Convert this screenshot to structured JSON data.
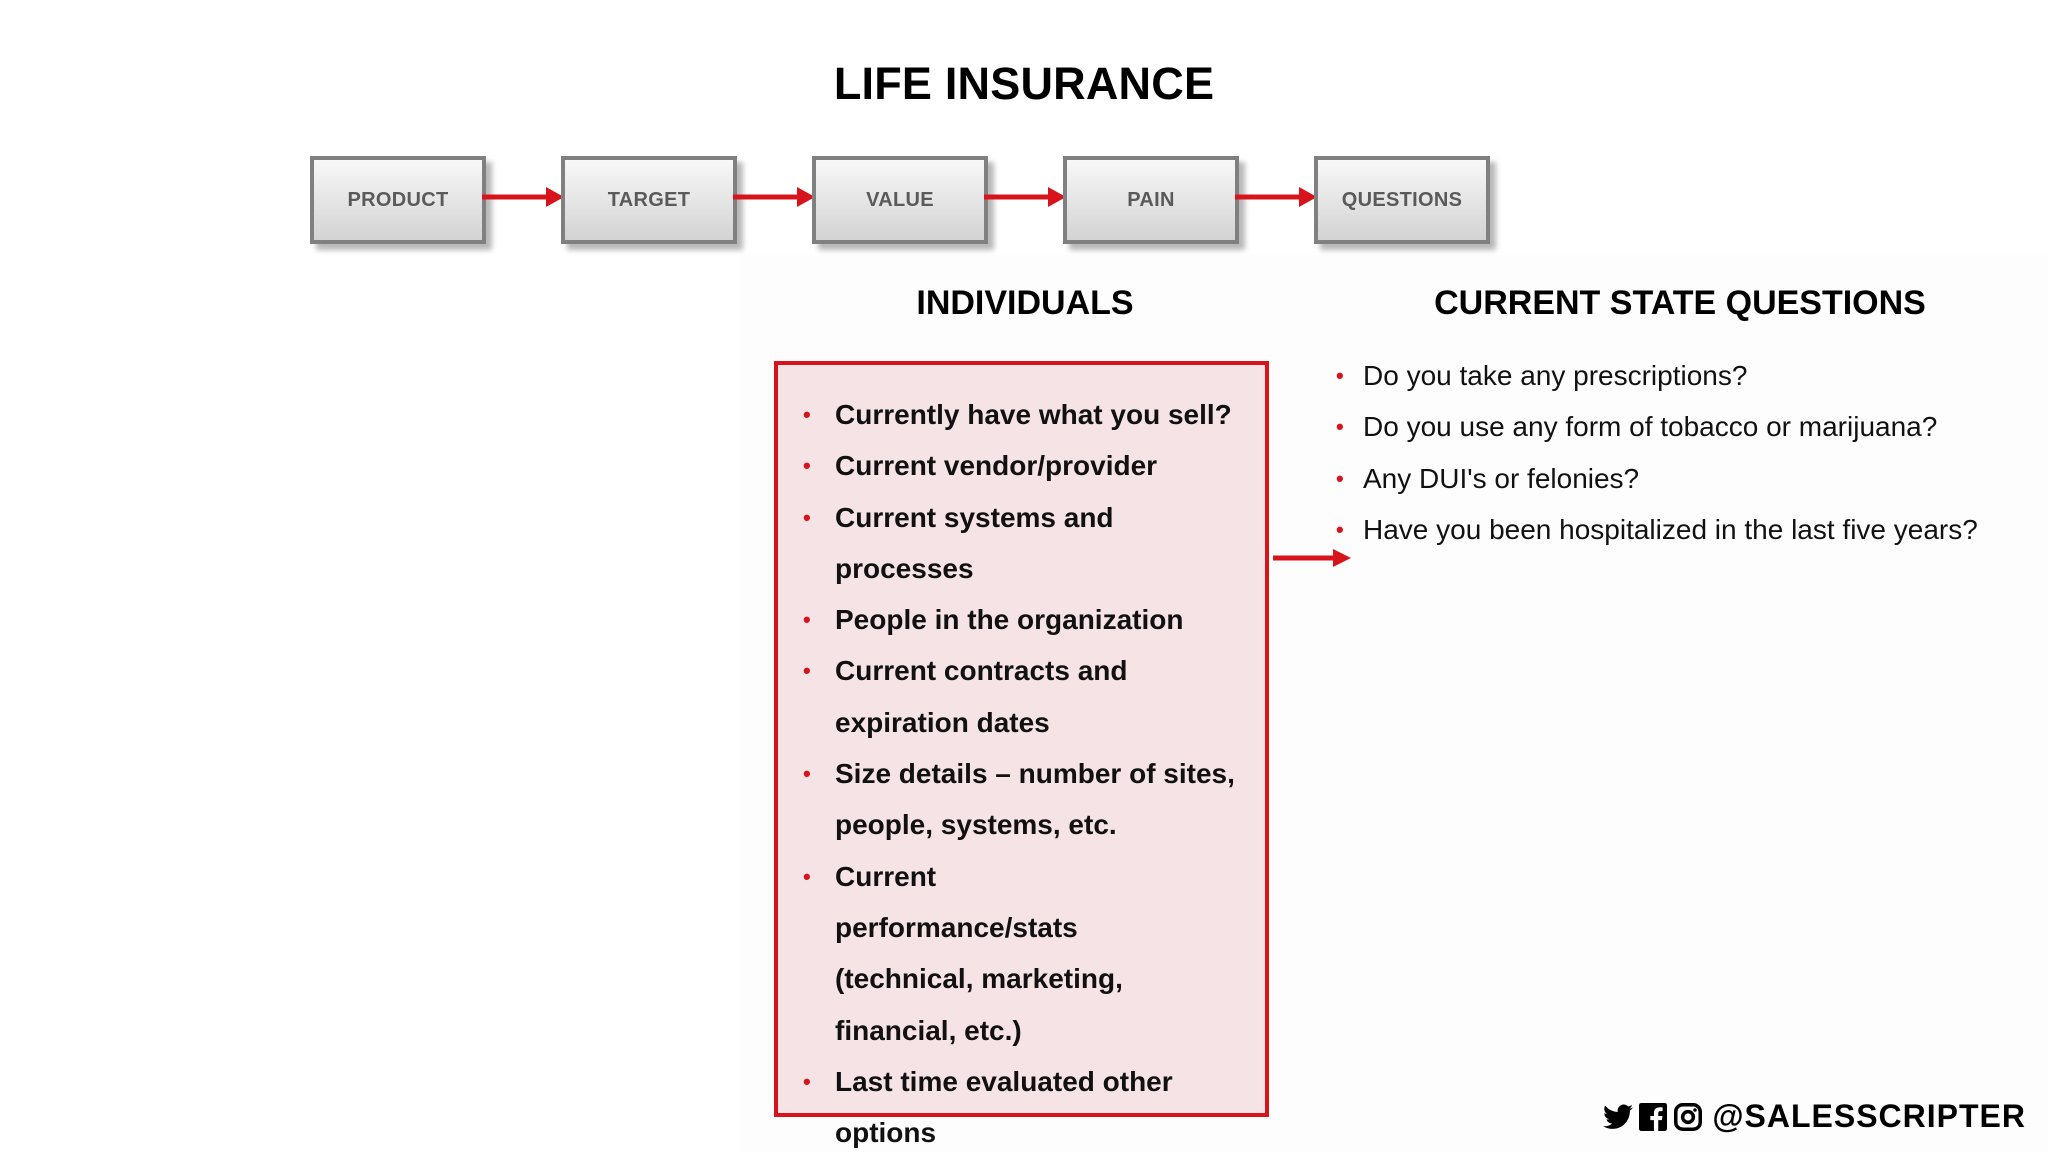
{
  "title": "LIFE INSURANCE",
  "flow": {
    "steps": [
      "PRODUCT",
      "TARGET",
      "VALUE",
      "PAIN",
      "QUESTIONS"
    ]
  },
  "individuals": {
    "heading": "INDIVIDUALS",
    "items": [
      "Currently have what you sell?",
      "Current vendor/provider",
      "Current systems and processes",
      "People in the organization",
      "Current contracts and expiration dates",
      "Size details – number of sites, people, systems, etc.",
      "Current performance/stats (technical, marketing, financial, etc.)",
      "Last time evaluated other options"
    ]
  },
  "current_state": {
    "heading": "CURRENT STATE QUESTIONS",
    "items": [
      "Do you take any prescriptions?",
      "Do you use any form of tobacco or marijuana?",
      "Any DUI's or felonies?",
      "Have you been hospitalized in the last five years?"
    ]
  },
  "footer": {
    "handle": "@SALESSCRIPTER",
    "icons": [
      "twitter-icon",
      "facebook-icon",
      "instagram-icon"
    ]
  },
  "colors": {
    "accent_red": "#d7141b",
    "box_fill": "#f6e3e5",
    "step_border": "#808080",
    "step_text": "#5a5a5a"
  }
}
